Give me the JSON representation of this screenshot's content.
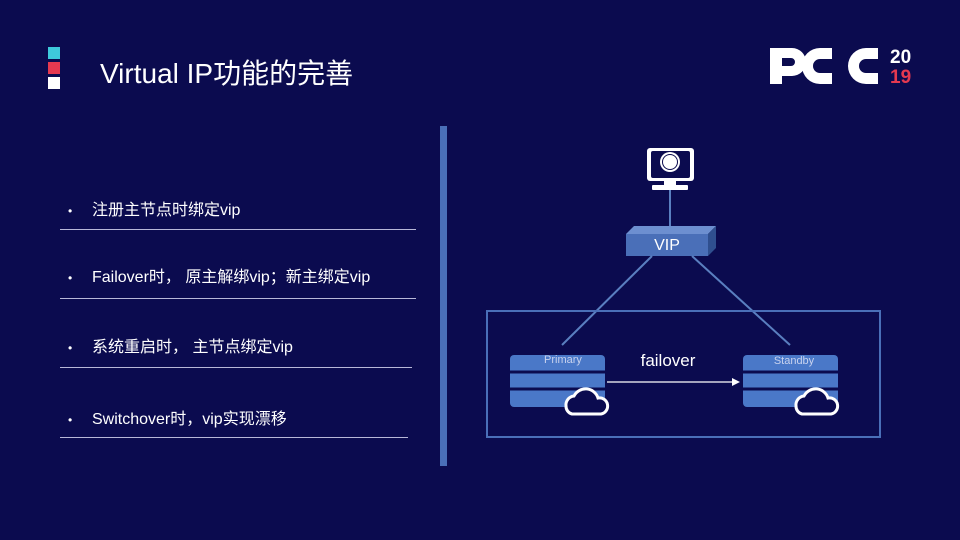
{
  "title": "Virtual IP功能的完善",
  "marker_colors": [
    "#3ec9dc",
    "#e53950",
    "#ffffff"
  ],
  "logo": {
    "letters": "PCC",
    "year_top": "20",
    "year_bottom": "19",
    "accent": "#e53950"
  },
  "bullets": [
    {
      "dot": "•",
      "text": "注册主节点时绑定vip"
    },
    {
      "dot": "•",
      "text": "Failover时， 原主解绑vip；新主绑定vip"
    },
    {
      "dot": "•",
      "text": "系统重启时， 主节点绑定vip"
    },
    {
      "dot": "•",
      "text": "Switchover时，vip实现漂移"
    }
  ],
  "diagram": {
    "vip_label": "VIP",
    "primary_label": "Primary",
    "standby_label": "Standby",
    "failover_label": "failover",
    "icons": [
      "computer-icon",
      "database-icon",
      "cloud-icon"
    ],
    "colors": {
      "accent": "#4a6fb8",
      "db": "#4a78c8",
      "line": "#5a7fc0"
    }
  }
}
